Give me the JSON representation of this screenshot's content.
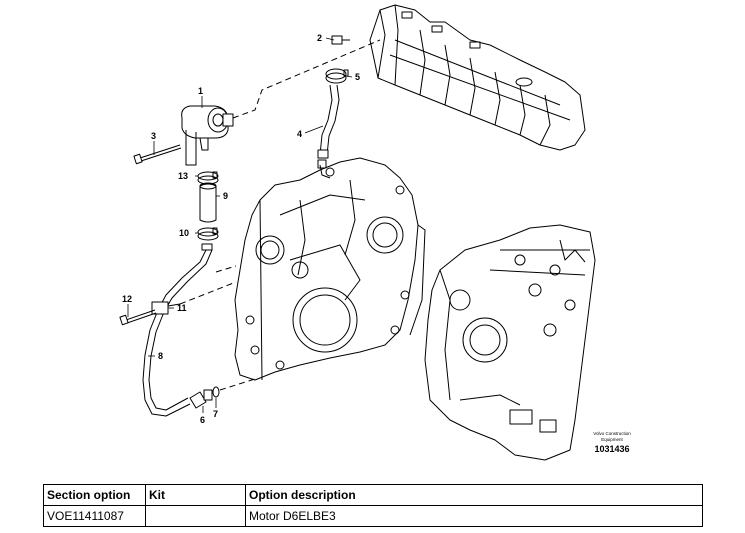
{
  "diagram": {
    "callouts": [
      "1",
      "2",
      "3",
      "4",
      "5",
      "6",
      "7",
      "8",
      "9",
      "10",
      "11",
      "12",
      "13"
    ],
    "manufacturer_line1": "Volvo Construction",
    "manufacturer_line2": "Equipment",
    "figure_number": "1031436"
  },
  "table": {
    "headers": {
      "section_option": "Section option",
      "kit": "Kit",
      "option_description": "Option description"
    },
    "rows": [
      {
        "section_option": "VOE11411087",
        "kit": "",
        "option_description": "Motor D6ELBE3"
      }
    ]
  }
}
